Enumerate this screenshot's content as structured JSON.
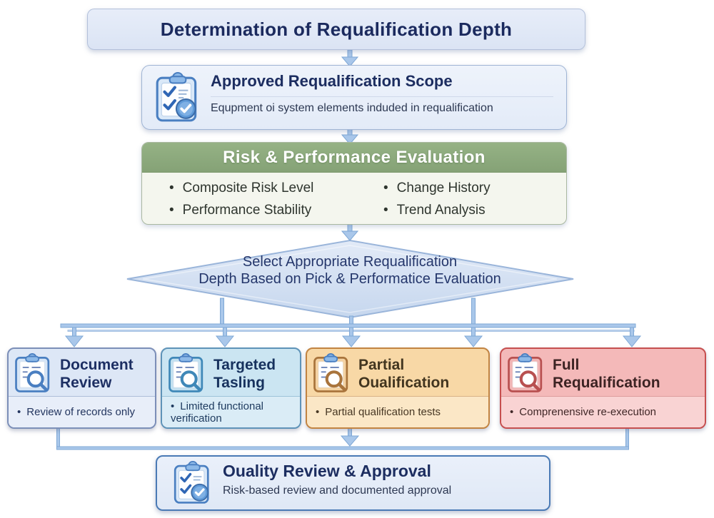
{
  "colors": {
    "arrow": "#a9c7ea",
    "arrow_stroke": "#7fa8d6",
    "evaluation_header_bg": "#8cab7c"
  },
  "title_bar": {
    "label": "Determination of Requalification Depth"
  },
  "scope_box": {
    "title": "Approved Requalification Scope",
    "subtitle": "Equpment oi system elements induded in requalification"
  },
  "evaluation_box": {
    "header": "Risk & Performance Evaluation",
    "bullets": [
      "Composite Risk Level",
      "Performance Stability",
      "Change History",
      "Trend Analysis"
    ]
  },
  "decision_diamond": {
    "line1": "Select Appropriate Requalification",
    "line2": "Depth Based on Pick & Performatice Evaluation"
  },
  "options": [
    {
      "title_line1": "Document",
      "title_line2": "Review",
      "bullet": "Review of records only",
      "bg": "#dde7f6",
      "bg2": "#e8eef9",
      "border": "#7c8fb8",
      "divider": "#aebdd8",
      "title_color": "#1d2f63",
      "text_color": "#23355f",
      "icon_bg": "#d6e5f6",
      "icon_stroke": "#4a7fc1",
      "mag": "#4a7fc1"
    },
    {
      "title_line1": "Targeted",
      "title_line2": "Tasling",
      "bullet": "Limited functional verification",
      "bg": "#cbe5f2",
      "bg2": "#daecf6",
      "border": "#5e93b8",
      "divider": "#9cc3d8",
      "title_color": "#17325e",
      "text_color": "#1d3a5e",
      "icon_bg": "#c2e0f0",
      "icon_stroke": "#3f88b8",
      "mag": "#3f88b8"
    },
    {
      "title_line1": "Partial",
      "title_line2": "Oualification",
      "bullet": "Partial qualification tests",
      "bg": "#f8d8a6",
      "bg2": "#fbe7c6",
      "border": "#c28442",
      "divider": "#d9b387",
      "title_color": "#42351f",
      "text_color": "#473723",
      "icon_bg": "#f4d2a2",
      "icon_stroke": "#a9743c",
      "mag": "#a9743c"
    },
    {
      "title_line1": "Full",
      "title_line2": "Requalification",
      "bullet": "Comprenensive re-execution",
      "bg": "#f4b9b9",
      "bg2": "#f9d3d3",
      "border": "#c64f4f",
      "divider": "#dd9c9c",
      "title_color": "#3c2323",
      "text_color": "#402727",
      "icon_bg": "#f1b5b5",
      "icon_stroke": "#b85050",
      "mag": "#b85050"
    }
  ],
  "quality_box": {
    "title": "Ouality Review & Approval",
    "subtitle": "Risk-based review and documented approval"
  }
}
